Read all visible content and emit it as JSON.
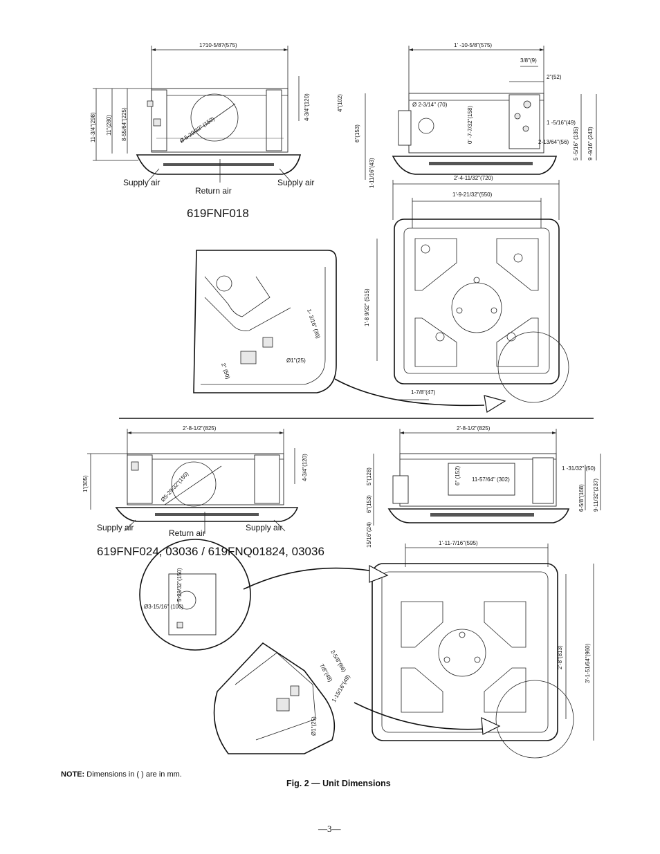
{
  "top_section": {
    "model": "619FNF018",
    "front_view": {
      "width_dim": "1?10-5/8?(575)",
      "height_total": "11-3/4\"(298)",
      "height_body": "11\"(280)",
      "height_inner": "8-55/64\"(225)",
      "top_offset": "4-3/4\"(120)",
      "duct_dia": "Ø 5-29/32\" (150)",
      "label_supply_left": "Supply  air",
      "label_return": "Return  air",
      "label_supply_right": "Supply  air"
    },
    "side_view": {
      "width_dim": "1' -10-5/8\"(575)",
      "d_3_8": "3/8\"(9)",
      "d_2": "2\"(52)",
      "d_4": "4\"(102)",
      "d_knock": "Ø 2-3/14\" (70)",
      "d_7": "0' -7-7/32\"(158)",
      "d_6": "6\"(153)",
      "d_1_5_16": "1 -5/16\"(49)",
      "d_2_13": "2-13/64\"(56)",
      "d_5_5_16": "5 -5/16\" (135)",
      "d_9_9_16": "9 -9/16\" (243)",
      "d_1_11_16": "1-11/16\"(43)"
    },
    "plan_view": {
      "width_outer": "2'-4-11/32\"(720)",
      "width_inner": "1'-9-21/32\"(550)",
      "height_inner": "1'-8 9/32\" (515)",
      "offset": "1-7/8\"(47)"
    },
    "detail": {
      "d_1_3_16": "1- 3/16\" (30)",
      "d_2_50": "2\" (50)",
      "d_dia_1": "Ø1\"(25)"
    }
  },
  "bottom_section": {
    "model": "619FNF024, 03036 / 619FNQ01824, 03036",
    "front_view": {
      "width_dim": "2'-8-1/2\"(825)",
      "height": "1'(305)",
      "top_offset": "4-3/4\"(120)",
      "duct_dia": "Ø5-29/32\"(150)",
      "label_supply_left": "Supply  air",
      "label_return": "Return  air",
      "label_supply_right": "Supply  air"
    },
    "side_view": {
      "width_dim": "2'-8-1/2\"(825)",
      "d_5_128": "5\"(128)",
      "d_6_153": "6\"(153)",
      "d_6_152": "6\" (152)",
      "d_11_57": "11-57/64\" (302)",
      "d_1_31_32": "1 -31/32\" (50)",
      "d_6_5_8": "6-5/8\"(168)",
      "d_9_11_32": "9-11/32\"(237)",
      "d_15_16": "15/16\"(24)"
    },
    "plan_view": {
      "width": "1'-11-7/16\"(595)",
      "height_inner": "2'-8\"(813)",
      "height_outer": "3'-1-51/64\"(960)"
    },
    "detail_left": {
      "d_5_29": "5-29/32\"(150)",
      "d_dia": "Ø3-15/16\" (100)"
    },
    "detail_right": {
      "d_2_5_8": "2-5/8\"(66)",
      "d_7_8": "7/8\"(48)",
      "d_1_15_16": "1-15/16\"(49)",
      "d_dia_1": "Ø1\"(25)"
    }
  },
  "note_label": "NOTE:",
  "note_text": " Dimensions in (  ) are in mm.",
  "figure_caption": "Fig. 2 — Unit Dimensions",
  "page_number": "—3—"
}
